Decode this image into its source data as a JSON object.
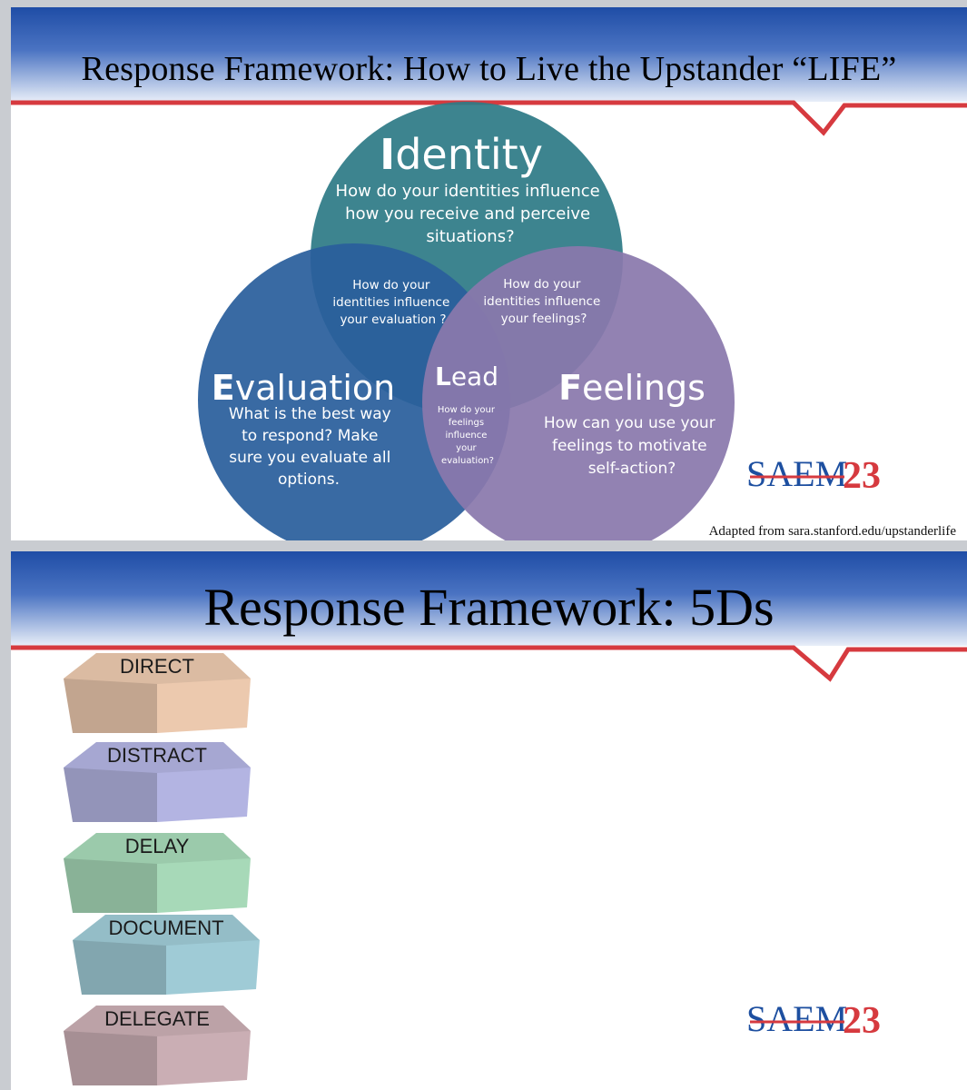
{
  "slides": [
    {
      "title": "Response Framework: How to Live the Upstander “LIFE”",
      "venn": {
        "identity": {
          "initial": "I",
          "rest": "dentity",
          "lines": [
            "How do your identities influence",
            "how you receive and perceive",
            "situations?"
          ],
          "color": "#2e7b86"
        },
        "evaluation": {
          "initial": "E",
          "rest": "valuation",
          "lines": [
            "What is the best way",
            "to respond? Make",
            "sure you evaluate all",
            "options."
          ],
          "color": "#2a5f9c"
        },
        "feelings": {
          "initial": "F",
          "rest": "eelings",
          "lines": [
            "How can you use your",
            "feelings to motivate",
            "self-action?"
          ],
          "color": "#8a78ac"
        },
        "identity_evaluation": [
          "How do your",
          "identities influence",
          "your evaluation ?"
        ],
        "identity_feelings": [
          "How do your",
          "identities influence",
          "your feelings?"
        ],
        "lead": {
          "initial": "L",
          "rest": "ead",
          "lines": [
            "How do your",
            "feelings",
            "influence",
            "your",
            "evaluation?"
          ]
        }
      },
      "logo": {
        "main": "SAEM",
        "year": "23"
      },
      "source_note": "Adapted from sara.stanford.edu/upstanderlife"
    },
    {
      "title": "Response Framework: 5Ds",
      "steps": [
        {
          "label": "DIRECT",
          "color": "#ecc9ae"
        },
        {
          "label": "DISTRACT",
          "color": "#b3b4e2"
        },
        {
          "label": "DELAY",
          "color": "#a7d9b8"
        },
        {
          "label": "DOCUMENT",
          "color": "#9fcbd6"
        },
        {
          "label": "DELEGATE",
          "color": "#caaeb4"
        }
      ],
      "logo": {
        "main": "SAEM",
        "year": "23"
      }
    }
  ],
  "colors": {
    "banner_blue": "#2c55a8",
    "banner_red": "#d63a3f"
  }
}
